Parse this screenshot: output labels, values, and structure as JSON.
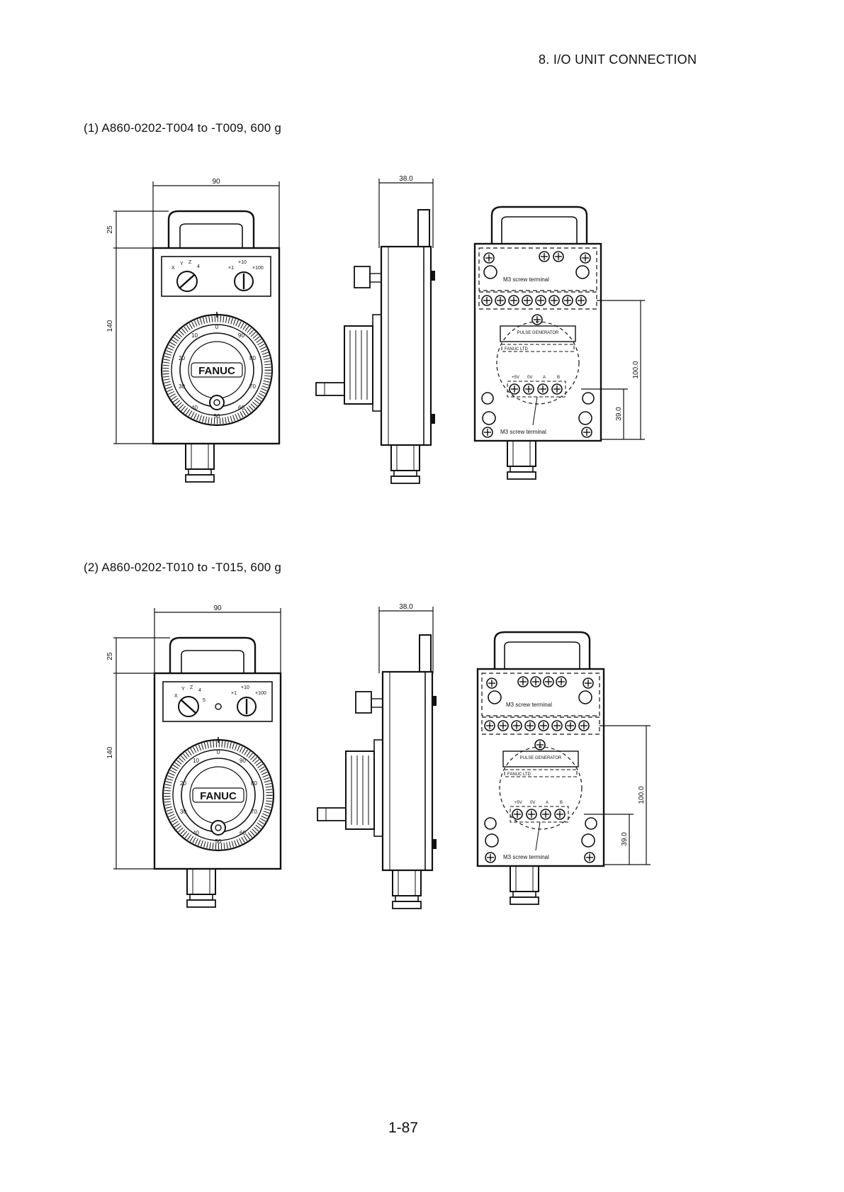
{
  "header": {
    "section": "8.  I/O UNIT CONNECTION"
  },
  "figures": [
    {
      "caption": "(1)  A860-0202-T004 to -T009,  600 g",
      "dims": {
        "width": "90",
        "depth": "38.0",
        "handle": "25",
        "body": "140",
        "rear_height": "100.0",
        "rear_low": "39.0"
      },
      "front": {
        "axis_labels": [
          "X",
          "Y",
          "Z",
          "4"
        ],
        "mult_labels": [
          "×1",
          "×10",
          "×100"
        ],
        "brand": "FANUC",
        "dial_nums": [
          "0",
          "10",
          "20",
          "30",
          "40",
          "50",
          "60",
          "70",
          "80",
          "90"
        ]
      },
      "rear": {
        "terminal_label": "M3 screw terminal",
        "pg_label": "PULSE GENERATOR",
        "maker_label": "FANUC LTD",
        "pins": [
          "+5V",
          "0V",
          "A",
          "B"
        ]
      }
    },
    {
      "caption": "(2)  A860-0202-T010 to -T015, 600 g",
      "dims": {
        "width": "90",
        "depth": "38.0",
        "handle": "25",
        "body": "140",
        "rear_height": "100.0",
        "rear_low": "39.0"
      },
      "front": {
        "axis_labels": [
          "X",
          "Y",
          "Z",
          "4",
          "5"
        ],
        "mult_labels": [
          "×1",
          "×10",
          "×100"
        ],
        "brand": "FANUC",
        "dial_nums": [
          "0",
          "10",
          "20",
          "30",
          "40",
          "50",
          "60",
          "70",
          "80",
          "90"
        ]
      },
      "rear": {
        "terminal_label": "M3 screw terminal",
        "pg_label": "PULSE GENERATOR",
        "maker_label": "FANUC LTD",
        "pins": [
          "+5V",
          "0V",
          "A",
          "B"
        ]
      }
    }
  ],
  "page_number": "1-87"
}
